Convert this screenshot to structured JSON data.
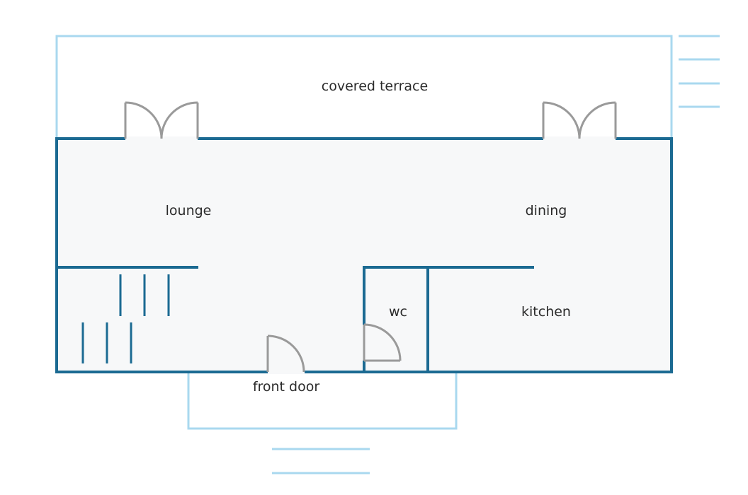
{
  "rooms": {
    "terrace": "covered terrace",
    "lounge": "lounge",
    "dining": "dining",
    "wc": "wc",
    "kitchen": "kitchen",
    "front_door": "front door"
  },
  "colors": {
    "wall": "#1b6a92",
    "outline_light": "#a9d8ef",
    "door": "#9a9a9a",
    "floor": "#f7f8f9"
  }
}
